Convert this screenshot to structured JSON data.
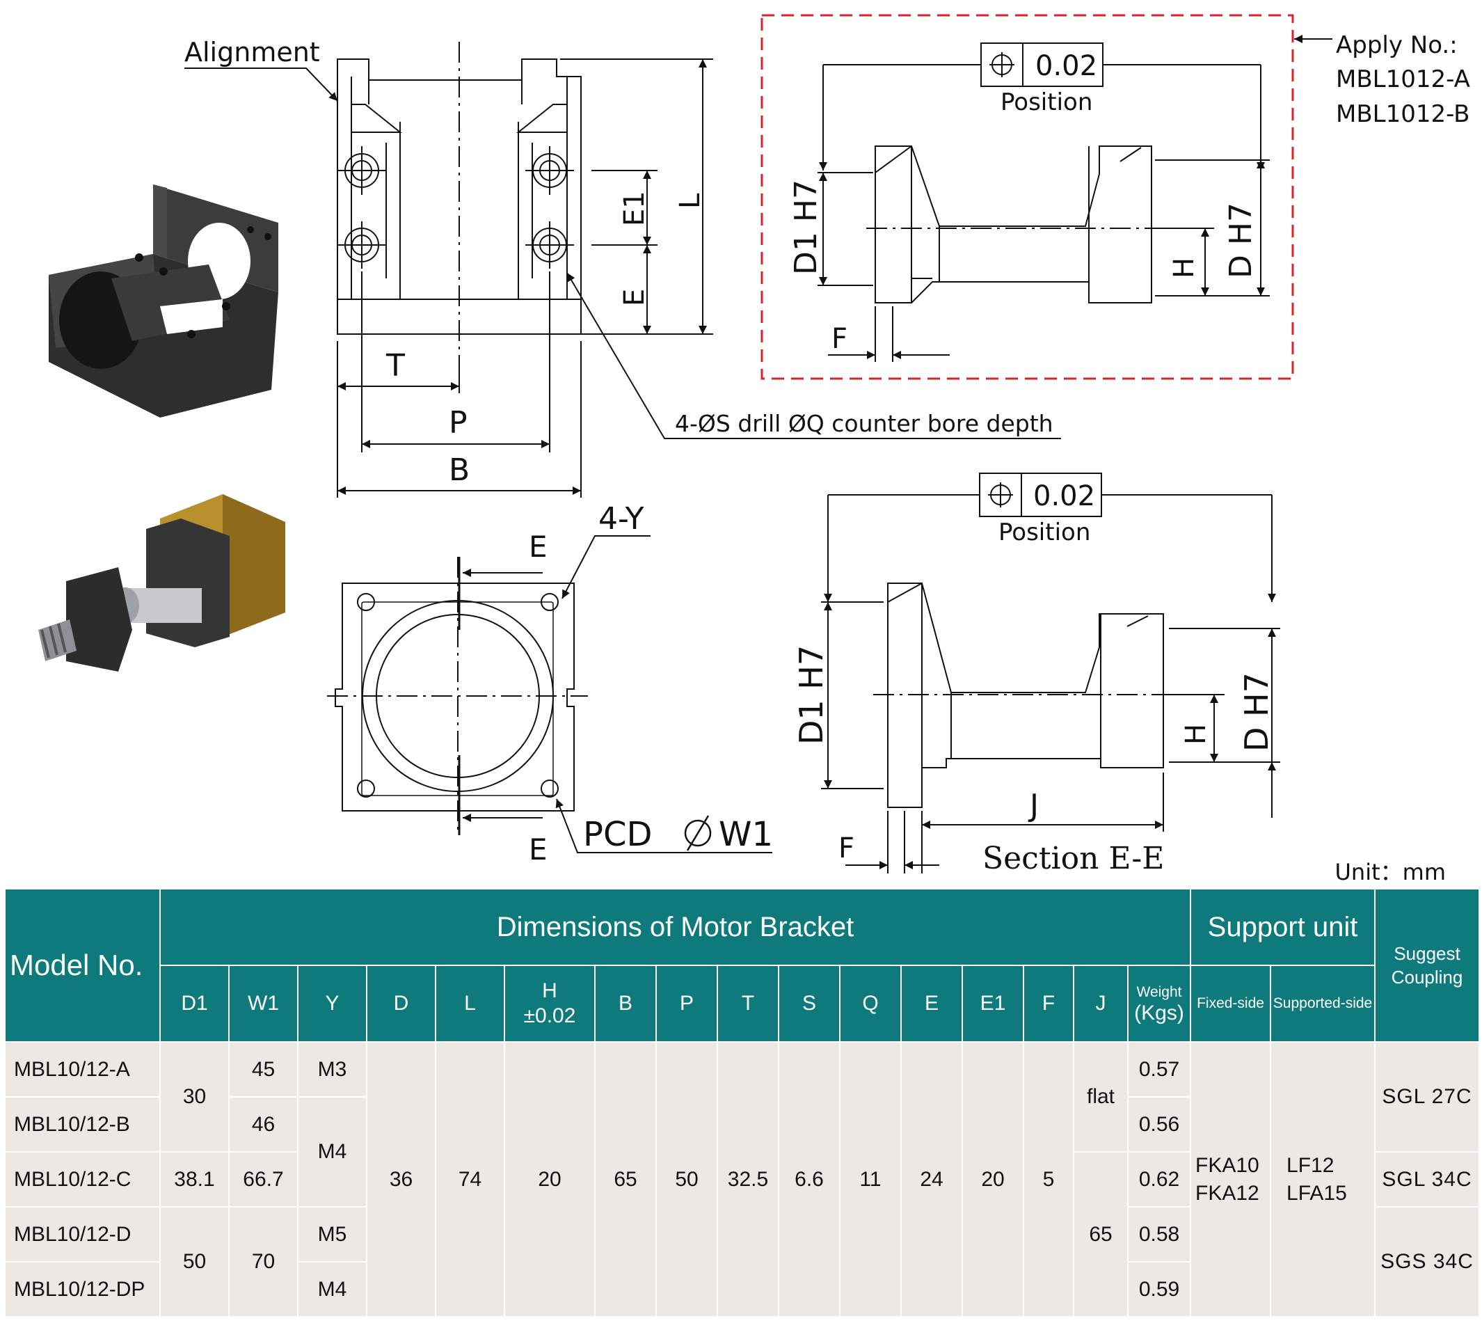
{
  "drawing": {
    "alignment": "Alignment",
    "apply_title": "Apply No.:",
    "apply_a": "MBL1012-A",
    "apply_b": "MBL1012-B",
    "position": "Position",
    "tolerance": "0.02",
    "dim_l": "L",
    "dim_e1": "E1",
    "dim_e": "E",
    "dim_t": "T",
    "dim_p": "P",
    "dim_b": "B",
    "dim_f": "F",
    "dim_h": "H",
    "dim_j": "J",
    "dim_d1h7": "D1 H7",
    "dim_dh7": "D H7",
    "drill_note": "4-ØS drill ØQ counter bore depth",
    "dim_4y": "4-Y",
    "pcd": "PCD",
    "w1": "W1",
    "section": "Section E-E"
  },
  "unit": "Unit：mm",
  "table": {
    "model_header": "Model No.",
    "dims_header": "Dimensions of Motor Bracket",
    "support_header": "Support unit",
    "coupling_header_1": "Suggest",
    "coupling_header_2": "Coupling",
    "fixed_side": "Fixed-side",
    "supported_side": "Supported-side",
    "weight_1": "Weight",
    "weight_2": "(Kgs)",
    "h_1": "H",
    "h_2": "±0.02",
    "cols": [
      "D1",
      "W1",
      "Y",
      "D",
      "L",
      "B",
      "P",
      "T",
      "S",
      "Q",
      "E",
      "E1",
      "F",
      "J"
    ],
    "models": [
      "MBL10/12-A",
      "MBL10/12-B",
      "MBL10/12-C",
      "MBL10/12-D",
      "MBL10/12-DP"
    ],
    "d1": [
      "30",
      "38.1",
      "50"
    ],
    "w1": [
      "45",
      "46",
      "66.7",
      "70"
    ],
    "y": [
      "M3",
      "M4",
      "M5",
      "M4"
    ],
    "shared": {
      "d": "36",
      "l": "74",
      "h": "20",
      "b": "65",
      "p": "50",
      "t": "32.5",
      "s": "6.6",
      "q": "11",
      "e": "24",
      "e1": "20",
      "f": "5"
    },
    "j": [
      "flat",
      "65"
    ],
    "weights": [
      "0.57",
      "0.56",
      "0.62",
      "0.58",
      "0.59"
    ],
    "fixed": [
      "FKA10",
      "FKA12"
    ],
    "supported": [
      "LF12",
      "LFA15"
    ],
    "couplings": [
      "SGL 27C",
      "SGL 34C",
      "SGS 34C"
    ]
  },
  "colors": {
    "header_bg": "#0e7a7c",
    "cell_bg": "#ece9e5",
    "dash_box": "#d9232b",
    "product_bracket": "#3a3a3a",
    "product_motor": "#b8902e"
  }
}
